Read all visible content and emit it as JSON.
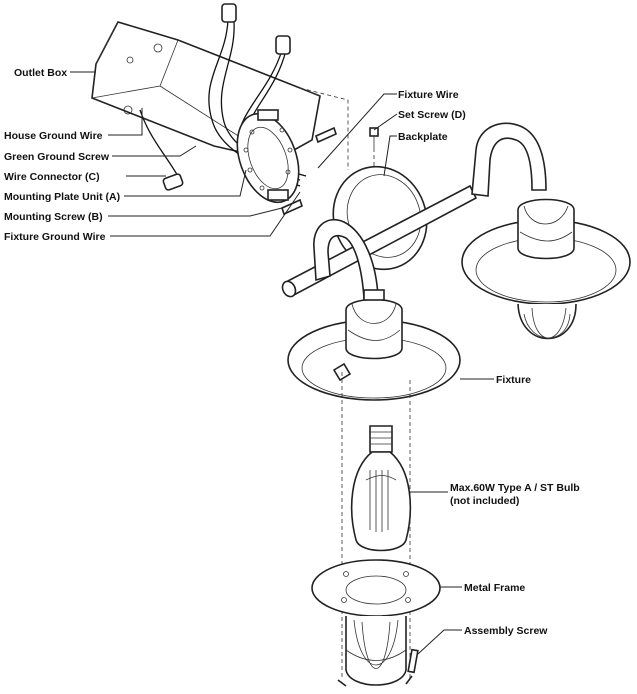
{
  "labels": {
    "outlet_box": "Outlet Box",
    "house_ground_wire": "House Ground Wire",
    "green_ground_screw": "Green Ground Screw",
    "wire_connector": "Wire Connector (C)",
    "mounting_plate": "Mounting Plate Unit (A)",
    "mounting_screw": "Mounting Screw (B)",
    "fixture_ground_wire": "Fixture Ground Wire",
    "fixture_wire": "Fixture Wire",
    "set_screw": "Set Screw (D)",
    "backplate": "Backplate",
    "fixture": "Fixture",
    "bulb_line1": "Max.60W Type A / ST Bulb",
    "bulb_line2": "(not included)",
    "metal_frame": "Metal Frame",
    "assembly_screw": "Assembly Screw"
  },
  "colors": {
    "line": "#222222",
    "text": "#111111",
    "background": "#ffffff"
  }
}
